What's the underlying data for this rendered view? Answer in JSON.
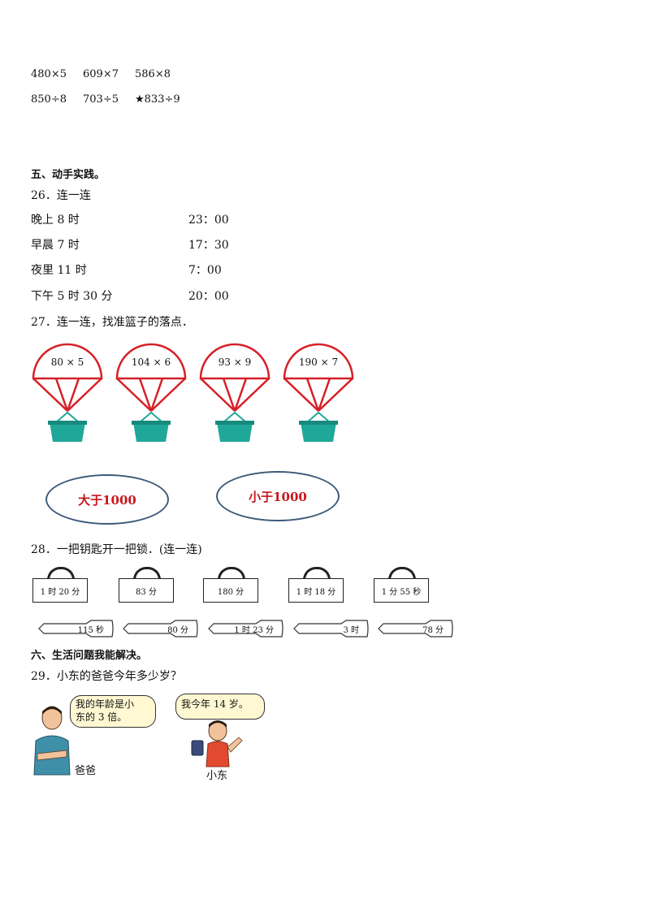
{
  "calc": {
    "row1": [
      "480×5",
      "609×7",
      "586×8"
    ],
    "row2": [
      "850÷8",
      "703÷5",
      "★833÷9"
    ]
  },
  "section5": {
    "title": "五、动手实践。"
  },
  "q26": {
    "title": "26．连一连",
    "left": [
      "晚上 8 时",
      "早晨 7 时",
      "夜里 11 时",
      "下午 5 时 30 分"
    ],
    "right": [
      "23：00",
      "17：30",
      "7：00",
      "20：00"
    ]
  },
  "q27": {
    "title": "27．连一连，找准篮子的落点．",
    "parachutes": [
      "80 × 5",
      "104 × 6",
      "93 × 9",
      "190 × 7"
    ],
    "ovals": [
      "大于1000",
      "小于1000"
    ],
    "colors": {
      "canopy": "#d71f26",
      "basket": "#1fa89a",
      "oval_border": "#3d5a7a",
      "oval_text": "#c8161d"
    }
  },
  "q28": {
    "title": "28．一把钥匙开一把锁．(连一连)",
    "locks": [
      "1 时 20 分",
      "83 分",
      "180 分",
      "1 时 18 分",
      "1 分 55 秒"
    ],
    "keys": [
      "115 秒",
      "80 分",
      "1 时 23 分",
      "3 时",
      "78 分"
    ]
  },
  "section6": {
    "title": "六、生活问题我能解决。"
  },
  "q29": {
    "title": "29．小东的爸爸今年多少岁？",
    "dad_speech": [
      "我的年龄是小",
      "东的 3 倍。"
    ],
    "dad_label": "爸爸",
    "son_speech": "我今年 14 岁。",
    "son_label": "小东"
  }
}
